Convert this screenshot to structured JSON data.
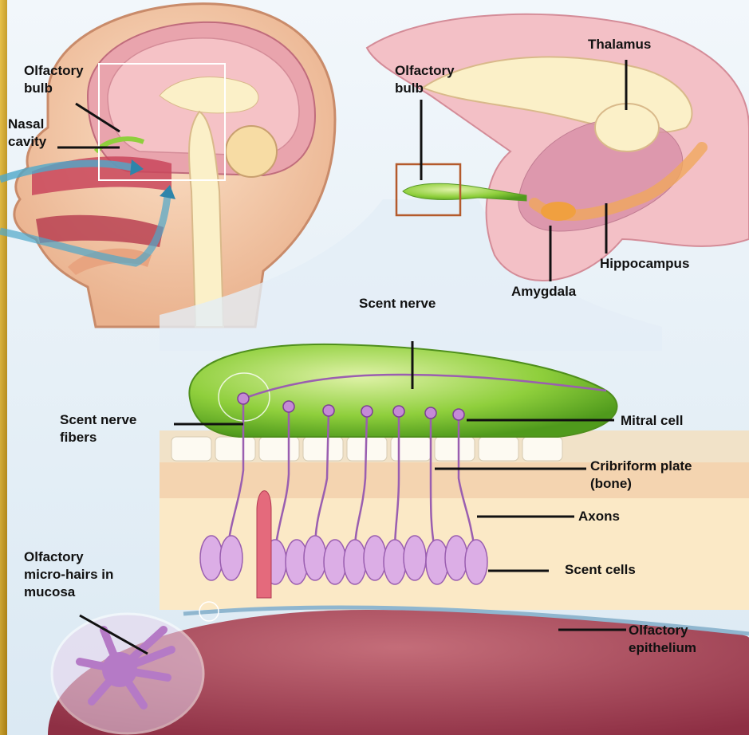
{
  "labels": {
    "olfactory_bulb_left": "Olfactory\nbulb",
    "nasal_cavity": "Nasal\ncavity",
    "olfactory_bulb_right": "Olfactory\nbulb",
    "thalamus": "Thalamus",
    "hippocampus": "Hippocampus",
    "amygdala": "Amygdala",
    "scent_nerve": "Scent nerve",
    "scent_nerve_fibers": "Scent nerve\nfibers",
    "mitral_cell": "Mitral cell",
    "cribriform_plate": "Cribriform plate\n(bone)",
    "axons": "Axons",
    "scent_cells": "Scent cells",
    "micro_hairs": "Olfactory\nmicro-hairs in\nmucosa",
    "olfactory_epithelium": "Olfactory\nepithelium"
  },
  "colors": {
    "border_gold": "#c9a227",
    "skin": "#f4c8a4",
    "brain_pink": "#e8a9b0",
    "brain_cream": "#fbf0c8",
    "bulb_green": "#8fcf3c",
    "neuron_purple": "#b57ac6",
    "mucosa_red": "#b44a5a",
    "airflow_blue": "#4fa7c9"
  }
}
